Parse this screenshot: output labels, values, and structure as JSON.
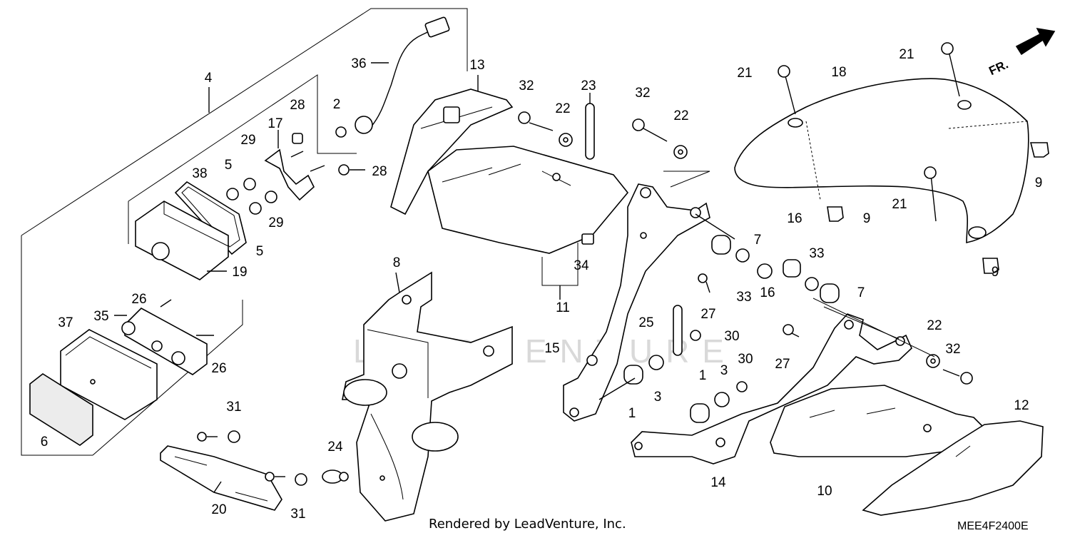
{
  "diagram": {
    "code": "MEE4F2400E",
    "footer": "Rendered by LeadVenture, Inc.",
    "watermark": "LEADVENTURE",
    "direction_label": "FR.",
    "callouts": [
      "1",
      "1",
      "2",
      "3",
      "3",
      "4",
      "5",
      "5",
      "6",
      "7",
      "7",
      "8",
      "9",
      "9",
      "9",
      "10",
      "11",
      "12",
      "13",
      "14",
      "15",
      "16",
      "16",
      "17",
      "18",
      "19",
      "20",
      "21",
      "21",
      "21",
      "22",
      "22",
      "22",
      "23",
      "24",
      "25",
      "26",
      "26",
      "27",
      "27",
      "28",
      "28",
      "29",
      "29",
      "30",
      "30",
      "31",
      "31",
      "32",
      "32",
      "32",
      "33",
      "33",
      "34",
      "35",
      "36",
      "37",
      "38"
    ]
  }
}
